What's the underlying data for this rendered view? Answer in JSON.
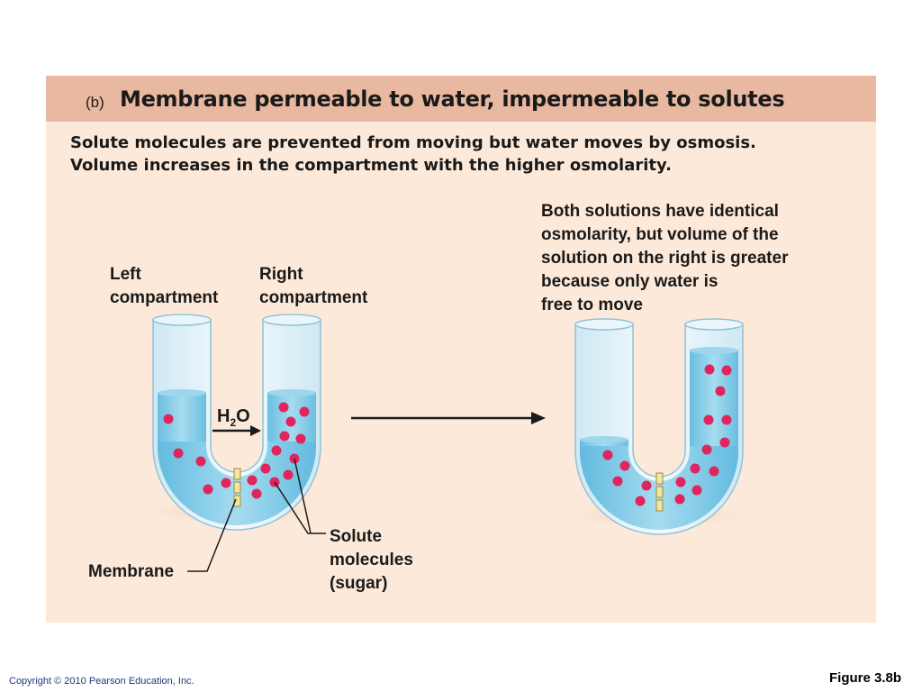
{
  "header": {
    "tag": "(b)",
    "title": "Membrane permeable to water, impermeable to solutes"
  },
  "description": {
    "line1": "Solute molecules are prevented from moving but water moves by osmosis.",
    "line2": "Volume increases in the compartment with the higher osmolarity."
  },
  "labels": {
    "left_compartment_1": "Left",
    "left_compartment_2": "compartment",
    "right_compartment_1": "Right",
    "right_compartment_2": "compartment",
    "water_main": "H",
    "water_sub": "2",
    "water_end": "O",
    "membrane": "Membrane",
    "solute_1": "Solute",
    "solute_2": "molecules",
    "solute_3": "(sugar)"
  },
  "result_note": {
    "line1": "Both solutions have identical",
    "line2": "osmolarity, but volume of the",
    "line3": "solution on the right is greater",
    "line4": "because only water is",
    "line5": "free to move"
  },
  "footer": {
    "copyright": "Copyright © 2010 Pearson Education, Inc.",
    "figure": "Figure 3.8b"
  },
  "colors": {
    "panel_bg": "#fde9d9",
    "title_bg": "#e8b9a0",
    "water": "#7ecbe8",
    "solute": "#e0245e",
    "membrane": "#f2e6a0"
  }
}
